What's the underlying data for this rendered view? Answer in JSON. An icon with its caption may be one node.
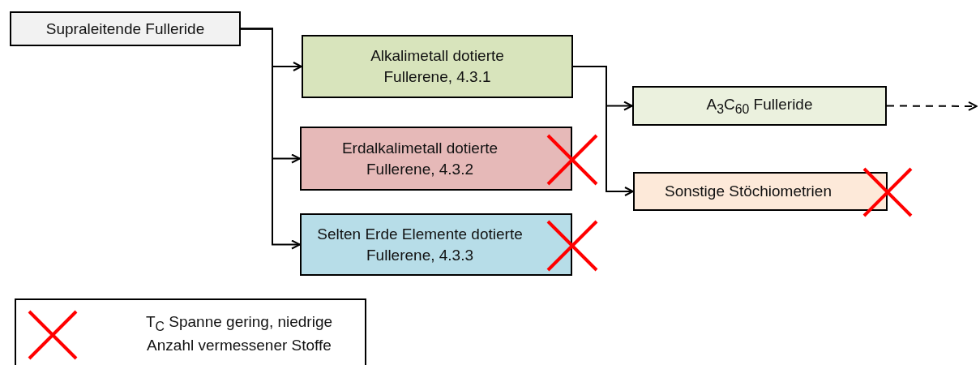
{
  "diagram": {
    "nodes": [
      {
        "text": [
          "Supraleitende Fulleride"
        ]
      },
      {
        "text": [
          "Alkalimetall dotierte Fullerene, 4.3.1"
        ]
      },
      {
        "text": [
          "Erdalkalimetall dotierte Fullerene, 4.3.2"
        ]
      },
      {
        "text": [
          "Selten Erde Elemente dotierte Fullerene, 4.3.3"
        ]
      },
      {
        "text": [
          "A$_{3}$C$_{60}$ Fulleride"
        ]
      },
      {
        "text": [
          "Sonstige Stöchiometrien"
        ]
      }
    ],
    "edges": [
      {
        "from": 0,
        "to": 1,
        "arrow": "to"
      },
      {
        "from": 0,
        "to": 2,
        "arrow": "to"
      },
      {
        "from": 0,
        "to": 3,
        "arrow": "to"
      },
      {
        "from": 1,
        "to": 4,
        "arrow": "to"
      },
      {
        "from": 1,
        "to": 5,
        "arrow": "to"
      },
      {
        "from": 4,
        "to": null,
        "arrow": "to",
        "style": "dashed"
      }
    ],
    "legend": [
      {
        "text": "T$_{C}$ Spanne gering, niedrige Anzahl vermessener Stoffe"
      }
    ]
  }
}
